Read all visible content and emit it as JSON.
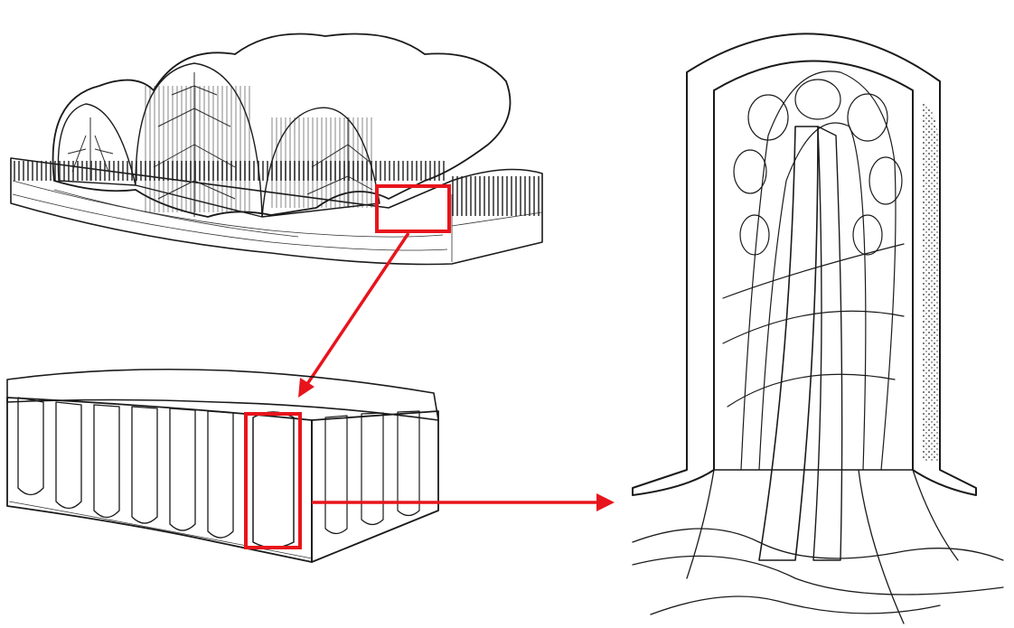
{
  "colors": {
    "highlight": "#e8141c",
    "ink": "#1a1a1a",
    "paper": "#ffffff"
  },
  "panels": [
    {
      "id": "intestinal-fold",
      "description_icon": "mucosal-fold-drawing"
    },
    {
      "id": "villi-block",
      "description_icon": "villi-block-drawing"
    },
    {
      "id": "single-villus",
      "description_icon": "villus-capillary-drawing"
    }
  ]
}
